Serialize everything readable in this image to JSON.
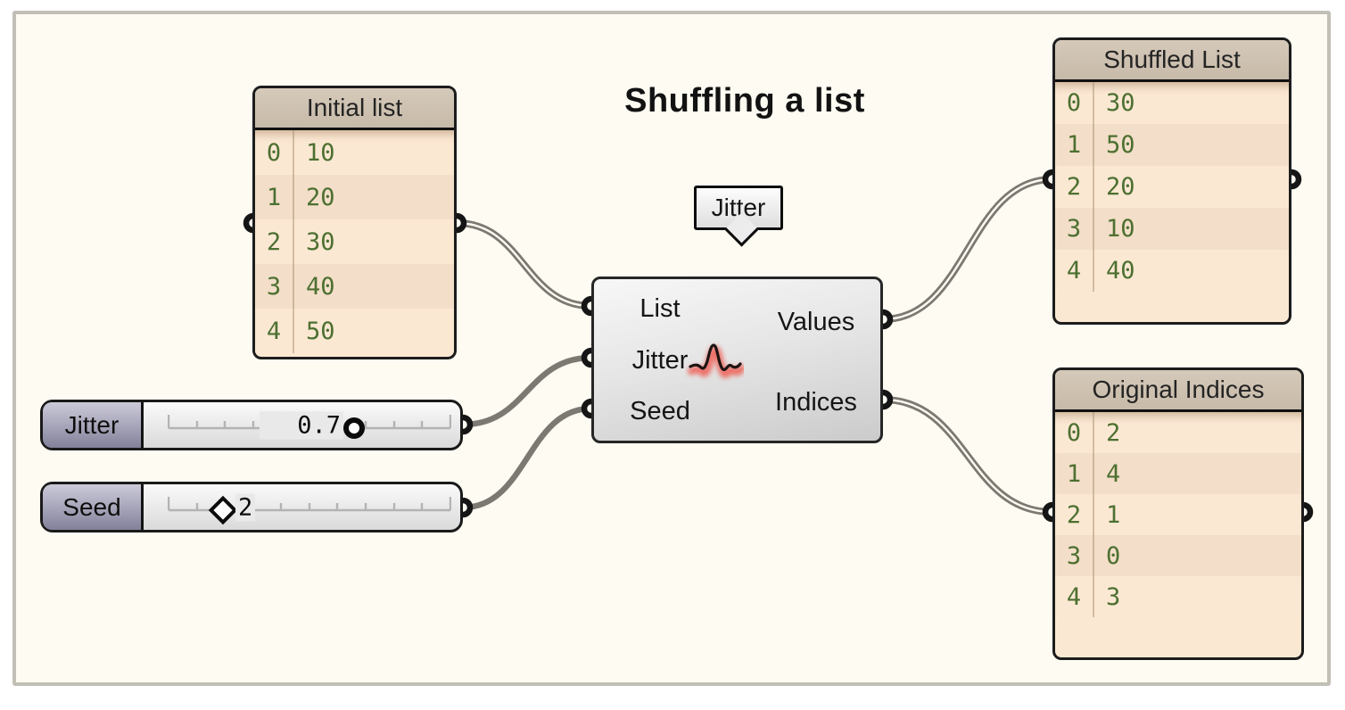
{
  "title": {
    "text": "Shuffling a list"
  },
  "panels": {
    "initial": {
      "title": "Initial list",
      "rows": [
        {
          "i": "0",
          "v": "10"
        },
        {
          "i": "1",
          "v": "20"
        },
        {
          "i": "2",
          "v": "30"
        },
        {
          "i": "3",
          "v": "40"
        },
        {
          "i": "4",
          "v": "50"
        }
      ]
    },
    "shuffled": {
      "title": "Shuffled List",
      "rows": [
        {
          "i": "0",
          "v": "30"
        },
        {
          "i": "1",
          "v": "50"
        },
        {
          "i": "2",
          "v": "20"
        },
        {
          "i": "3",
          "v": "10"
        },
        {
          "i": "4",
          "v": "40"
        }
      ]
    },
    "original": {
      "title": "Original Indices",
      "rows": [
        {
          "i": "0",
          "v": "2"
        },
        {
          "i": "1",
          "v": "4"
        },
        {
          "i": "2",
          "v": "1"
        },
        {
          "i": "3",
          "v": "0"
        },
        {
          "i": "4",
          "v": "3"
        }
      ]
    }
  },
  "component": {
    "name": "Jitter",
    "tooltip": "Jitter",
    "icon": "jitter-squiggle-icon",
    "inputs": [
      {
        "label": "List"
      },
      {
        "label": "Jitter"
      },
      {
        "label": "Seed"
      }
    ],
    "outputs": [
      {
        "label": "Values"
      },
      {
        "label": "Indices"
      }
    ]
  },
  "sliders": {
    "jitter": {
      "label": "Jitter",
      "value": "0.7",
      "knob": "circle-knob"
    },
    "seed": {
      "label": "Seed",
      "value": "2",
      "knob": "diamond-knob"
    }
  },
  "colors": {
    "canvas_bg": "#fdfbf2",
    "frame_border": "#c2bfb6",
    "panel_header": "#cbbead",
    "panel_row": "#fbe8d3",
    "panel_row_alt": "#f3dec9",
    "panel_value_text": "#4c7030",
    "wire": "#7b7971",
    "slider_label_bg": "#a5a3b7",
    "icon_accent": "#ee5f55"
  }
}
